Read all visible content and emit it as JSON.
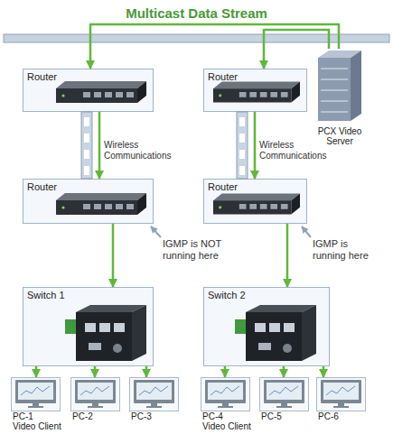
{
  "diagram": {
    "title": "Multicast Data Stream",
    "nodes": [
      {
        "text": [
          "Router"
        ]
      },
      {
        "text": [
          "Router"
        ]
      },
      {
        "text": [
          "PCX Video Server"
        ]
      },
      {
        "text": [
          "Router"
        ]
      },
      {
        "text": [
          "Router"
        ]
      },
      {
        "text": [
          "Switch 1"
        ]
      },
      {
        "text": [
          "Switch 2"
        ]
      },
      {
        "text": [
          "PC-1",
          "Video Client"
        ]
      },
      {
        "text": [
          "PC-2"
        ]
      },
      {
        "text": [
          "PC-3"
        ]
      },
      {
        "text": [
          "PC-4",
          "Video Client"
        ]
      },
      {
        "text": [
          "PC-5"
        ]
      },
      {
        "text": [
          "PC-6"
        ]
      }
    ],
    "edges": [
      {
        "from": 2,
        "to": 0,
        "arrow": "to"
      },
      {
        "from": 2,
        "to": 1,
        "arrow": "to"
      },
      {
        "from": 0,
        "to": 3,
        "label": "Wireless Communications",
        "arrow": "to"
      },
      {
        "from": 1,
        "to": 4,
        "label": "Wireless Communications",
        "arrow": "to"
      },
      {
        "from": 3,
        "to": 5,
        "arrow": "to"
      },
      {
        "from": 4,
        "to": 6,
        "arrow": "to"
      },
      {
        "from": 5,
        "to": 7,
        "arrow": "to"
      },
      {
        "from": 5,
        "to": 8,
        "arrow": "to"
      },
      {
        "from": 5,
        "to": 9,
        "arrow": "to"
      },
      {
        "from": 6,
        "to": 10,
        "arrow": "to"
      },
      {
        "from": 6,
        "to": 11,
        "arrow": "to"
      },
      {
        "from": 6,
        "to": 12,
        "arrow": "to"
      }
    ],
    "labels": [
      "IGMP is NOT running here",
      "IGMP is running here"
    ]
  }
}
